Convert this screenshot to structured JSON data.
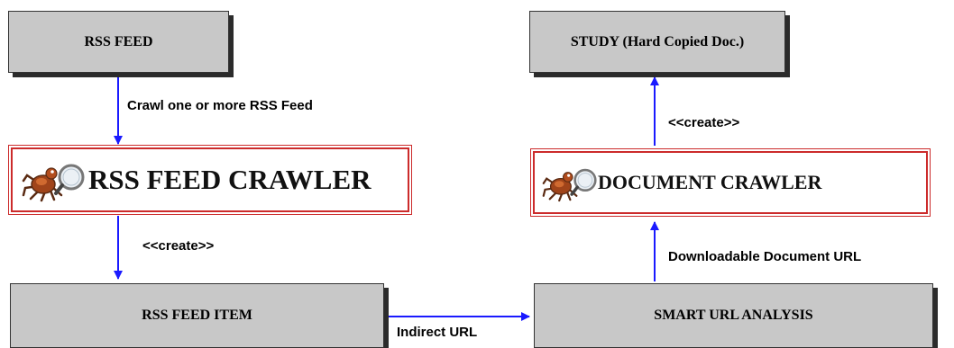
{
  "nodes": {
    "rss_feed": "RSS FEED",
    "rss_feed_crawler": "RSS FEED CRAWLER",
    "rss_feed_item": "RSS FEED ITEM",
    "smart_url_analysis": "SMART URL ANALYSIS",
    "document_crawler": "DOCUMENT CRAWLER",
    "study": "STUDY (Hard Copied Doc.)"
  },
  "edges": {
    "crawl_label": "Crawl one or more RSS Feed",
    "create_left_label": "<<create>>",
    "indirect_url_label": "Indirect URL",
    "downloadable_label": "Downloadable Document URL",
    "create_right_label": "<<create>>"
  },
  "colors": {
    "box_fill": "#c8c8c8",
    "arrow": "#1a1aff",
    "crawler_border": "#cc2b2b"
  },
  "icons": {
    "crawler_icon": "spider-magnifier-icon"
  }
}
